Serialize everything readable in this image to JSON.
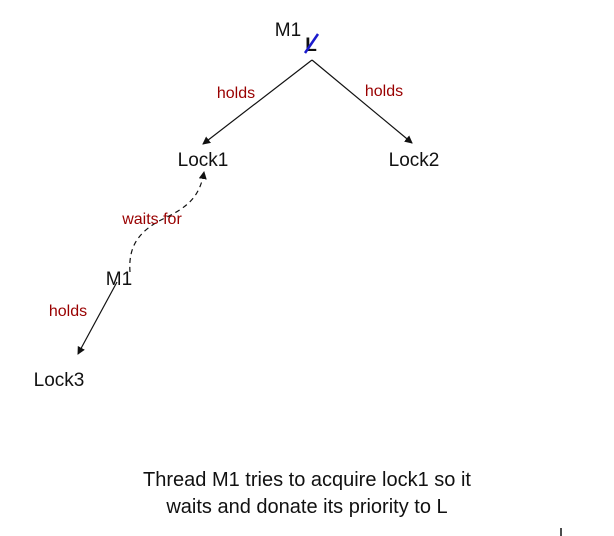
{
  "colors": {
    "label": "#990000",
    "priority": "#1a1acc",
    "text": "#111111",
    "line": "#111111"
  },
  "nodes": {
    "top_thread": "L",
    "top_donated": "M1",
    "lock1": "Lock1",
    "lock2": "Lock2",
    "waiter": "M1",
    "lock3": "Lock3"
  },
  "edges": {
    "holds_lock1": "holds",
    "holds_lock2": "holds",
    "waits_for": "waits for",
    "holds_lock3": "holds"
  },
  "caption": {
    "line1": "Thread M1 tries to acquire lock1 so it",
    "line2": "waits and donate its priority to L"
  }
}
